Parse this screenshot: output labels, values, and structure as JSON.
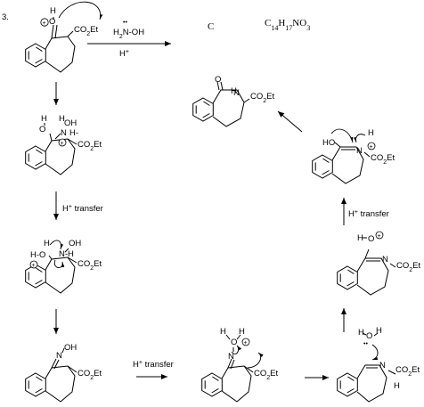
{
  "problem_number": "3.",
  "product_label": "C",
  "formula": {
    "c": "C",
    "c_n": "14",
    "h": "H",
    "h_n": "17",
    "rest": "NO",
    "o_n": "3"
  },
  "reagent": {
    "lone_pair": "••",
    "h2n": "H",
    "h2n_sub": "2",
    "n_oh": "N-OH"
  },
  "catalyst": {
    "h": "H",
    "plus": "+"
  },
  "step_label": {
    "h": "H",
    "plus": "+",
    "text": " transfer"
  },
  "atoms": {
    "O": "O",
    "H": "H",
    "N": "N",
    "OH": "OH",
    "HO": "HO",
    "H_O": "H-O",
    "NH": "NH",
    "N_H": "N-H",
    "H_dash": "H-",
    "OOH": "O"
  },
  "ester": {
    "co": "CO",
    "sub": "2",
    "et": "Et"
  },
  "plus_sign": "+",
  "lone_pair": "••"
}
